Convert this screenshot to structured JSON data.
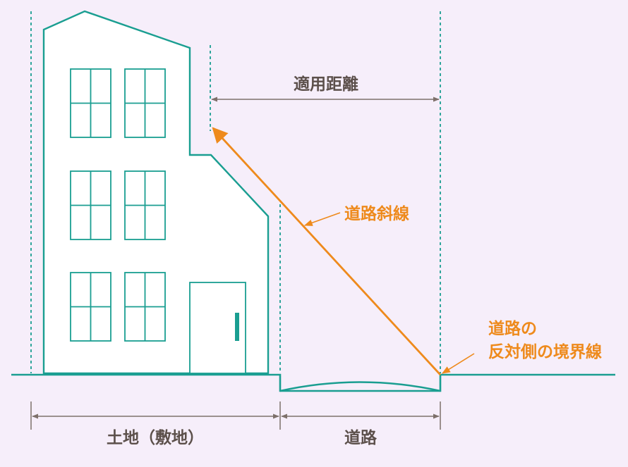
{
  "labels": {
    "applied_distance": "適用距離",
    "road_slope_line": "道路斜線",
    "opposite_boundary_line1": "道路の",
    "opposite_boundary_line2": "反対側の境界線",
    "land_site": "土地（敷地）",
    "road": "道路"
  },
  "colors": {
    "background": "#f6eefa",
    "building": "#1a9e91",
    "dimension": "#7d706a",
    "slope_line": "#ee8a1c",
    "label_dark": "#5c504b"
  }
}
